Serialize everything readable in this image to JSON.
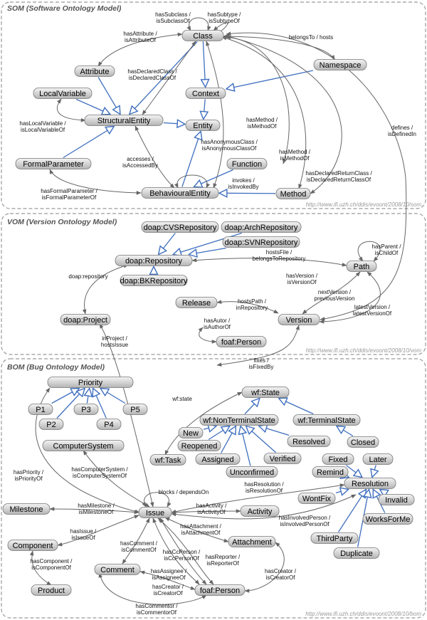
{
  "panels": {
    "som": {
      "title": "SOM (Software Ontology Model)",
      "url": "http://www.ifi.uzh.ch/ddis/evoont/2008/10/som"
    },
    "vom": {
      "title": "VOM (Version Ontology Model)",
      "url": "http://www.ifi.uzh.ch/ddis/evoont/2008/10/vom"
    },
    "bom": {
      "title": "BOM (Bug Ontology Model)",
      "url": "http://www.ifi.uzh.ch/ddis/evoont/2008/10/bom"
    }
  },
  "nodes": {
    "class": "Class",
    "attribute": "Attribute",
    "namespace": "Namespace",
    "localvariable": "LocalVariable",
    "context": "Context",
    "structuralentity": "StructuralEntity",
    "entity": "Entity",
    "formalparameter": "FormalParameter",
    "function": "Function",
    "behaviouralentity": "BehaviouralEntity",
    "method": "Method",
    "cvsrepository": "doap:CVSRepository",
    "archrepository": "doap:ArchRepository",
    "svnrepository": "doap:SVNRepository",
    "repository": "doap:Repository",
    "bkrepository": "doap:BKRepository",
    "path": "Path",
    "release": "Release",
    "version": "Version",
    "project": "doap:Project",
    "person_vom": "foaf:Person",
    "priority": "Priority",
    "p1": "P1",
    "p3": "P3",
    "p5": "P5",
    "p2": "P2",
    "p4": "P4",
    "state": "wf:State",
    "nonterminal": "wf:NonTerminalState",
    "terminal": "wf:TerminalState",
    "new": "New",
    "reopened": "Reopened",
    "resolved": "Resolved",
    "closed": "Closed",
    "assigned": "Assigned",
    "verified": "Verified",
    "unconfirmed": "Unconfirmed",
    "computersystem": "ComputerSystem",
    "task": "wf:Task",
    "fixed": "Fixed",
    "later": "Later",
    "remind": "Remind",
    "resolution": "Resolution",
    "wontfix": "WontFix",
    "invalid": "Invalid",
    "worksforme": "WorksForMe",
    "thirdparty": "ThirdParty",
    "duplicate": "Duplicate",
    "milestone": "Milestone",
    "issue": "Issue",
    "activity": "Activity",
    "attachment": "Attachment",
    "component": "Component",
    "comment": "Comment",
    "product": "Product",
    "person_bom": "foaf:Person"
  },
  "edge_labels": {
    "hassubclass": [
      "hasSubclass /",
      "isSubclassOf"
    ],
    "hassubtype": [
      "hasSubtype /",
      "isSubtypeOf"
    ],
    "hasattribute": [
      "hasAttribute /",
      "isAttributeOf"
    ],
    "belongsto": [
      "belongsTo / hosts"
    ],
    "hasdeclaredclass": [
      "hasDeclaredClass /",
      "isDeclaredClassOf"
    ],
    "haslocalvariable": [
      "hasLocalVariable /",
      "isLocalVariableOf"
    ],
    "hasmethod1": [
      "hasMethod /",
      "isMethodOf"
    ],
    "defines": [
      "defines /",
      "isDefinedIn"
    ],
    "hasanonymousclass": [
      "hasAnonymousClass /",
      "isAnonymousClassOf"
    ],
    "accesses": [
      "accesses /",
      "isAccessedBy"
    ],
    "hasmethod2": [
      "hasMethod /",
      "isMethodOf"
    ],
    "hasdeclaredreturnclass": [
      "hasDeclaredReturnClass /",
      "isDeclaredReturnClassOf"
    ],
    "invokes": [
      "invokes /",
      "isInvokedBy"
    ],
    "hasformalparameter": [
      "hasFormalParameter /",
      "isFormalParameterOf"
    ],
    "hasparent": [
      "hasParent /",
      "isChildOf"
    ],
    "hostsfile": [
      "hostsFile /",
      "belongsToRepository"
    ],
    "doaprepository": [
      "doap:repository"
    ],
    "hasversion": [
      "hasVersion /",
      "isVersionOf"
    ],
    "nextversion": [
      "nextVersion /",
      "previousVersion"
    ],
    "hostspath": [
      "hostsPath /",
      "inRepository"
    ],
    "latestversion": [
      "latestVersion /",
      "latestVersionOf"
    ],
    "hasautor": [
      "hasAutor /",
      "isAuthorOf"
    ],
    "inproject": [
      "inProject /",
      "hostsIssue"
    ],
    "fixes": [
      "fixes /",
      "isFixedBy"
    ],
    "wfstate": [
      "wf:state"
    ],
    "haspriority": [
      "hasPriority /",
      "isPriorityOf"
    ],
    "hascomputersystem": [
      "hasComputerSystem /",
      "isComputerSystemOf"
    ],
    "hasresolution": [
      "hasResolution /",
      "isResolutionOf"
    ],
    "blocks": [
      "blocks / dependsOn"
    ],
    "hasmilestone": [
      "hasMilestone /",
      "isMilestoneOf"
    ],
    "hasactivity": [
      "hasActivity /",
      "isActivityOf"
    ],
    "hasinvolvedperson": [
      "hasInvolvedPerson /",
      "isInvolvedPersonOf"
    ],
    "hasattachment": [
      "hasAttachment /",
      "isAttachmentOf"
    ],
    "hasissue": [
      "hasIssue /",
      "isIssueOf"
    ],
    "hascomment": [
      "hasComment /",
      "isCommentOf"
    ],
    "hascomponent": [
      "hasComponent /",
      "isComponentOf"
    ],
    "hasccperson": [
      "hasCcPerson /",
      "isCcPersonOf"
    ],
    "hasreporter": [
      "hasReporter /",
      "isReporterOf"
    ],
    "hasassignee": [
      "hasAssignee /",
      "isAssigneeOf"
    ],
    "hascreator1": [
      "hasCreator /",
      "isCreatorOf"
    ],
    "hascreator2": [
      "hasCreator /",
      "isCreatorOf"
    ],
    "hascommentor": [
      "hasCommentor /",
      "isCommentorOf"
    ]
  },
  "colors": {
    "node_fill_top": "#f2f2f2",
    "node_fill_bottom": "#b8b8b8",
    "node_stroke": "#777777",
    "property_edge": "#666666",
    "subclass_edge": "#3f6fbf",
    "panel_border": "#9a9a9a"
  }
}
